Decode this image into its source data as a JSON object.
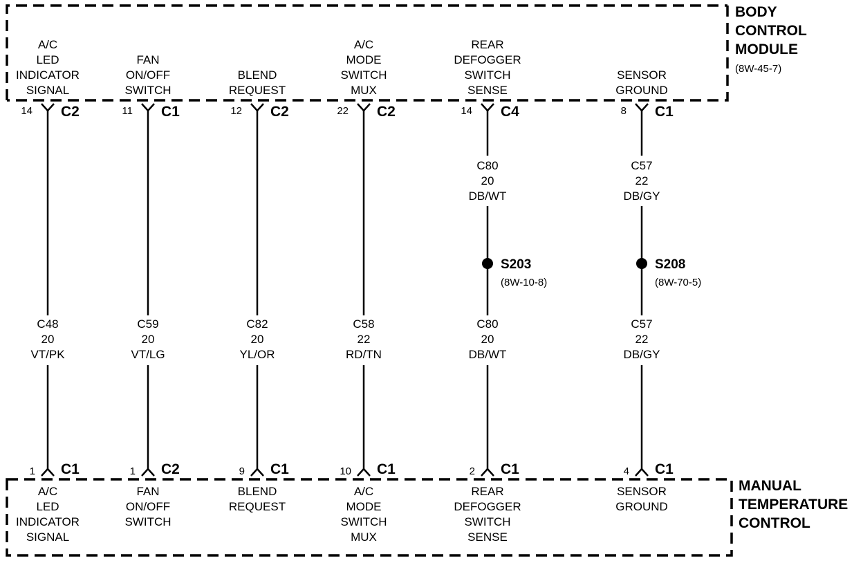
{
  "colors": {
    "line": "#000000",
    "background": "#ffffff"
  },
  "modules": {
    "bcm": {
      "name_lines": [
        "BODY",
        "CONTROL",
        "MODULE"
      ],
      "ref": "(8W-45-7)"
    },
    "mtc": {
      "name_lines": [
        "MANUAL",
        "TEMPERATURE",
        "CONTROL"
      ]
    }
  },
  "circuits": [
    {
      "top_label": [
        "A/C",
        "LED",
        "INDICATOR",
        "SIGNAL"
      ],
      "top_pin": "14",
      "top_connector": "C2",
      "wire": {
        "circuit": "C48",
        "gauge": "20",
        "color": "VT/PK"
      },
      "bottom_pin": "1",
      "bottom_connector": "C1",
      "bottom_label": [
        "A/C",
        "LED",
        "INDICATOR",
        "SIGNAL"
      ]
    },
    {
      "top_label": [
        "FAN",
        "ON/OFF",
        "SWITCH"
      ],
      "top_pin": "11",
      "top_connector": "C1",
      "wire": {
        "circuit": "C59",
        "gauge": "20",
        "color": "VT/LG"
      },
      "bottom_pin": "1",
      "bottom_connector": "C2",
      "bottom_label": [
        "FAN",
        "ON/OFF",
        "SWITCH"
      ]
    },
    {
      "top_label": [
        "BLEND",
        "REQUEST"
      ],
      "top_pin": "12",
      "top_connector": "C2",
      "wire": {
        "circuit": "C82",
        "gauge": "20",
        "color": "YL/OR"
      },
      "bottom_pin": "9",
      "bottom_connector": "C1",
      "bottom_label": [
        "BLEND",
        "REQUEST"
      ]
    },
    {
      "top_label": [
        "A/C",
        "MODE",
        "SWITCH",
        "MUX"
      ],
      "top_pin": "22",
      "top_connector": "C2",
      "wire": {
        "circuit": "C58",
        "gauge": "22",
        "color": "RD/TN"
      },
      "bottom_pin": "10",
      "bottom_connector": "C1",
      "bottom_label": [
        "A/C",
        "MODE",
        "SWITCH",
        "MUX"
      ]
    },
    {
      "top_label": [
        "REAR",
        "DEFOGGER",
        "SWITCH",
        "SENSE"
      ],
      "top_pin": "14",
      "top_connector": "C4",
      "upper_wire": {
        "circuit": "C80",
        "gauge": "20",
        "color": "DB/WT"
      },
      "splice": {
        "name": "S203",
        "ref": "(8W-10-8)"
      },
      "wire": {
        "circuit": "C80",
        "gauge": "20",
        "color": "DB/WT"
      },
      "bottom_pin": "2",
      "bottom_connector": "C1",
      "bottom_label": [
        "REAR",
        "DEFOGGER",
        "SWITCH",
        "SENSE"
      ]
    },
    {
      "top_label": [
        "SENSOR",
        "GROUND"
      ],
      "top_pin": "8",
      "top_connector": "C1",
      "upper_wire": {
        "circuit": "C57",
        "gauge": "22",
        "color": "DB/GY"
      },
      "splice": {
        "name": "S208",
        "ref": "(8W-70-5)"
      },
      "wire": {
        "circuit": "C57",
        "gauge": "22",
        "color": "DB/GY"
      },
      "bottom_pin": "4",
      "bottom_connector": "C1",
      "bottom_label": [
        "SENSOR",
        "GROUND"
      ]
    }
  ]
}
